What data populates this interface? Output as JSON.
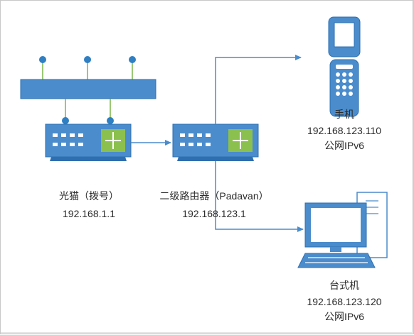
{
  "nodes": {
    "optical_modem": {
      "name": "光猫（拨号）",
      "ip": "192.168.1.1"
    },
    "router": {
      "name": "二级路由器（Padavan）",
      "ip": "192.168.123.1"
    },
    "phone": {
      "name": "手机",
      "ip": "192.168.123.110",
      "ipv6": "公网IPv6"
    },
    "desktop": {
      "name": "台式机",
      "ip": "192.168.123.120",
      "ipv6": "公网IPv6"
    }
  },
  "colors": {
    "device_blue": "#4a8ccc",
    "device_dark": "#2f6fb0",
    "switch_green": "#8cc04e",
    "connector_line": "#4a8ccc",
    "antenna_green": "#7ab648",
    "antenna_dot": "#2f7fc2"
  },
  "icons": {
    "hub": "network-hub-icon",
    "modem": "modem-switch-icon",
    "router": "router-switch-icon",
    "phone": "mobile-phone-icon",
    "desktop": "desktop-computer-icon"
  }
}
